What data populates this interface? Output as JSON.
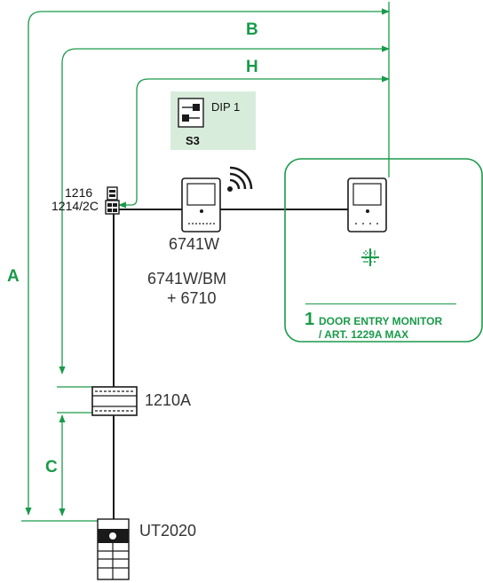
{
  "colors": {
    "accent": "#1a9a4a",
    "line": "#1a1a1a",
    "panel": "#d8ecdc"
  },
  "dimensions": {
    "a": "A",
    "b": "B",
    "h": "H",
    "c": "C"
  },
  "devices": {
    "top_module_1": "1216",
    "top_module_2": "1214/2C",
    "monitor_label": "6741W",
    "alt_monitor_line1": "6741W/BM",
    "alt_monitor_line2": "+ 6710",
    "power_supply": "1210A",
    "door_unit": "UT2020"
  },
  "dip": {
    "label": "DIP 1",
    "switch": "S3"
  },
  "note": {
    "number": "1",
    "line1": "DOOR ENTRY MONITOR",
    "line2": "/ ART. 1229A MAX"
  },
  "icons": {
    "wireless": "wifi-signal-icon",
    "repeat": "multiple-monitors-icon"
  }
}
